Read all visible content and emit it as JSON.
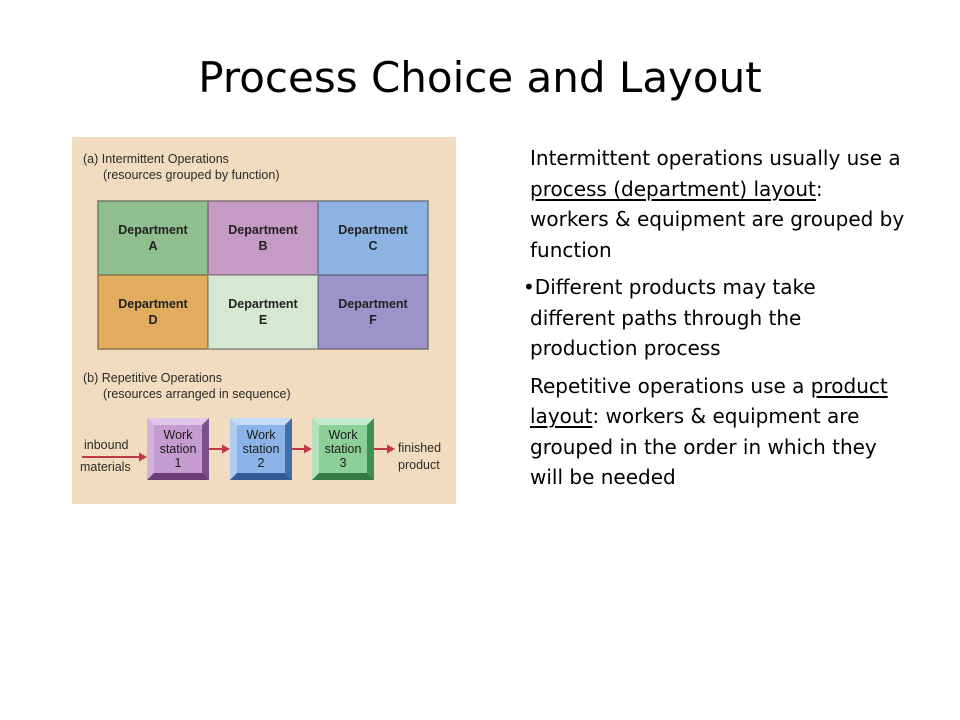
{
  "slide": {
    "title": "Process Choice and Layout"
  },
  "figure": {
    "intermittent": {
      "label": "(a) Intermittent Operations",
      "sublabel": "(resources grouped by function)"
    },
    "departments": [
      {
        "label": "Department\nA",
        "color": "#8fbf8e"
      },
      {
        "label": "Department\nB",
        "color": "#c59ac4"
      },
      {
        "label": "Department\nC",
        "color": "#8db3e2"
      },
      {
        "label": "Department\nD",
        "color": "#e2ac5f"
      },
      {
        "label": "Department\nE",
        "color": "#d6e7d2"
      },
      {
        "label": "Department\nF",
        "color": "#9b93c9"
      }
    ],
    "repetitive": {
      "label": "(b) Repetitive Operations",
      "sublabel": "(resources arranged in sequence)"
    },
    "flow": {
      "input_top": "inbound",
      "input_bottom": "materials",
      "stations": [
        "Work\nstation\n1",
        "Work\nstation\n2",
        "Work\nstation\n3"
      ],
      "output_top": "finished",
      "output_bottom": "product",
      "arrow_color": "#c0394a"
    },
    "background_color": "#f1dcc0"
  },
  "text": {
    "p1": {
      "before": "Intermittent operations usually use a ",
      "underlined": "process (department) layout",
      "after": ": workers & equipment are grouped by function"
    },
    "p2": {
      "bullet": "•",
      "text": "Different products may take different paths through the production process"
    },
    "p3": {
      "before": "Repetitive operations use a ",
      "underlined": "product layout",
      "after": ": workers & equipment are grouped in the order in which they will be needed"
    }
  }
}
